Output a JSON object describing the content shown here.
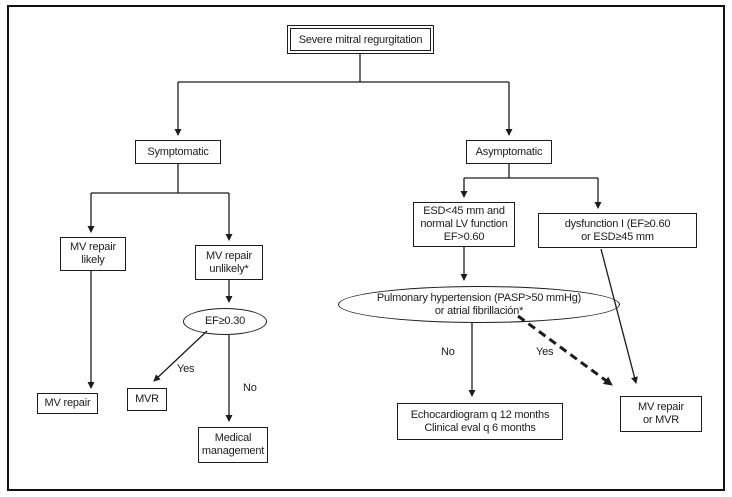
{
  "diagram": {
    "root": "Severe mitral regurgitation",
    "nodes": {
      "symptomatic": "Symptomatic",
      "asymptomatic": "Asymptomatic",
      "mv_repair_likely": "MV repair\nlikely",
      "mv_repair_unlikely": "MV repair\nunlikely*",
      "ef_condition": "EF≥0.30",
      "mv_repair": "MV repair",
      "mvr": "MVR",
      "medical_management": "Medical\nmanagement",
      "esd_normal": "ESD<45 mm and\nnormal LV function\nEF>0.60",
      "dysfunction": "dysfunction I (EF≥0.60\nor ESD≥45 mm",
      "pulmonary_htn": "Pulmonary hypertension (PASP>50 mmHg)\nor atrial fibrillación*",
      "echo_followup": "Echocardiogram q 12 months\nClinical eval q 6 months",
      "mv_repair_or_mvr": "MV repair\nor MVR"
    },
    "edge_labels": {
      "left_yes": "Yes",
      "left_no": "No",
      "right_no": "No",
      "right_yes": "Yes"
    },
    "edges": [
      {
        "from": "root",
        "to": "symptomatic"
      },
      {
        "from": "root",
        "to": "asymptomatic"
      },
      {
        "from": "symptomatic",
        "to": "mv_repair_likely"
      },
      {
        "from": "symptomatic",
        "to": "mv_repair_unlikely"
      },
      {
        "from": "mv_repair_likely",
        "to": "mv_repair"
      },
      {
        "from": "mv_repair_unlikely",
        "to": "ef_condition"
      },
      {
        "from": "ef_condition",
        "to": "mvr",
        "label": "Yes"
      },
      {
        "from": "ef_condition",
        "to": "medical_management",
        "label": "No"
      },
      {
        "from": "asymptomatic",
        "to": "esd_normal"
      },
      {
        "from": "asymptomatic",
        "to": "dysfunction"
      },
      {
        "from": "esd_normal",
        "to": "pulmonary_htn"
      },
      {
        "from": "pulmonary_htn",
        "to": "echo_followup",
        "label": "No"
      },
      {
        "from": "pulmonary_htn",
        "to": "mv_repair_or_mvr",
        "label": "Yes",
        "style": "bold-dashed"
      },
      {
        "from": "dysfunction",
        "to": "mv_repair_or_mvr"
      }
    ],
    "colors": {
      "ink": "#1c1c1c",
      "background": "#ffffff"
    }
  }
}
